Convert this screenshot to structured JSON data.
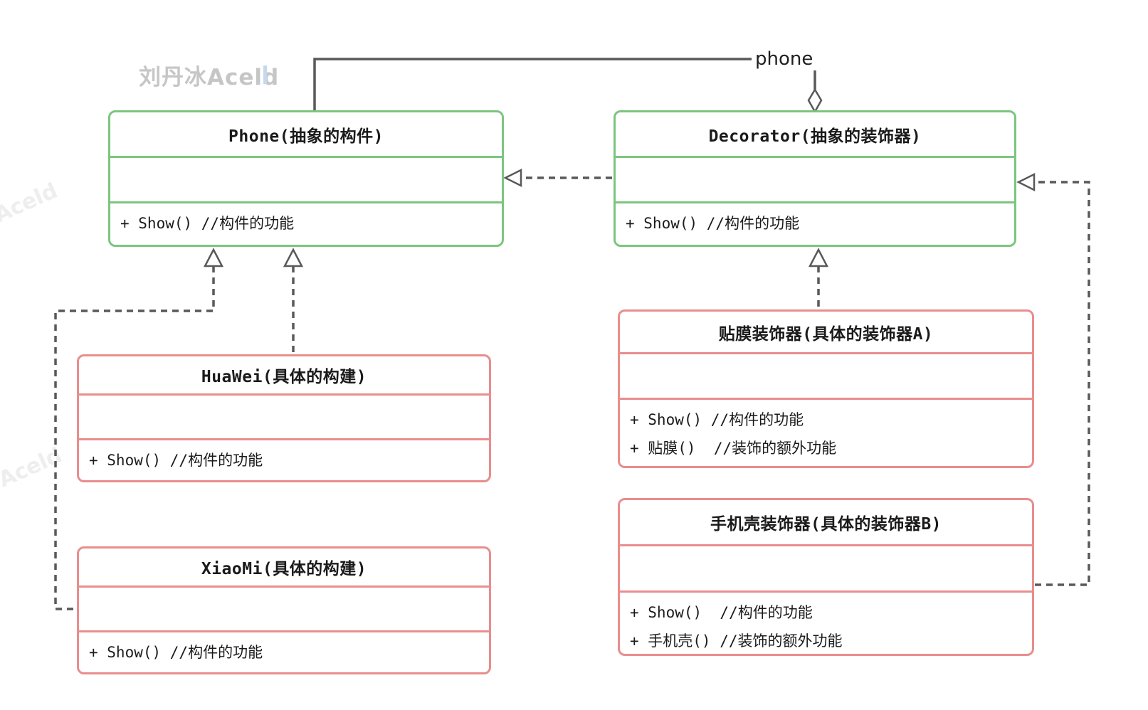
{
  "watermark": {
    "main": "刘丹冰Aceld",
    "side": "Aceld"
  },
  "relationship": {
    "aggregation_label": "phone"
  },
  "colors": {
    "abstract_border": "#7cc57f",
    "concrete_border": "#e98d8d",
    "connector": "#595959",
    "text": "#1a1a1a",
    "watermark_main": "#c6c6c6",
    "watermark_side": "#eeeeee"
  },
  "classes": {
    "phone": {
      "title": "Phone(抽象的构件)",
      "methods": [
        "+ Show() //构件的功能"
      ]
    },
    "decorator": {
      "title": "Decorator(抽象的装饰器)",
      "methods": [
        "+ Show() //构件的功能"
      ]
    },
    "huawei": {
      "title": "HuaWei(具体的构建)",
      "methods": [
        "+ Show() //构件的功能"
      ]
    },
    "xiaomi": {
      "title": "XiaoMi(具体的构建)",
      "methods": [
        "+ Show() //构件的功能"
      ]
    },
    "film_decorator": {
      "title": "贴膜装饰器(具体的装饰器A)",
      "methods": [
        "+ Show() //构件的功能",
        "+ 贴膜()  //装饰的额外功能"
      ]
    },
    "case_decorator": {
      "title": "手机壳装饰器(具体的装饰器B)",
      "methods": [
        "+ Show()  //构件的功能",
        "+ 手机壳() //装饰的额外功能"
      ]
    }
  }
}
